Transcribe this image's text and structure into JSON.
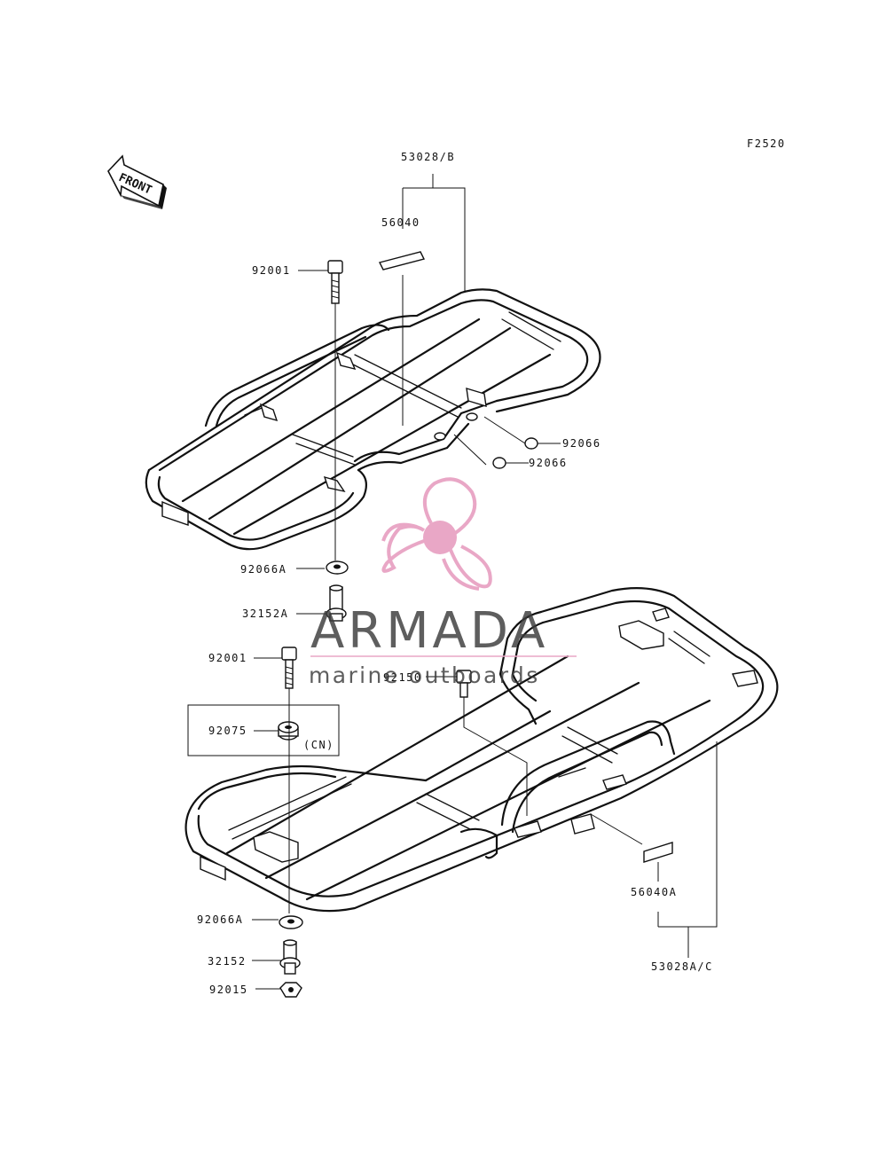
{
  "figure_code": "F2520",
  "front_label": "FRONT",
  "labels": {
    "p53028b": "53028/B",
    "p56040": "56040",
    "p92001_top": "92001",
    "p92066_a": "92066",
    "p92066_b": "92066",
    "p92066a_top": "92066A",
    "p32152a": "32152A",
    "p92001_mid": "92001",
    "p92150": "92150",
    "p92075": "92075",
    "cn_note": "(CN)",
    "p56040a": "56040A",
    "p92066a_bot": "92066A",
    "p53028ac": "53028A/C",
    "p32152": "32152",
    "p92015": "92015"
  },
  "watermark": {
    "brand": "ARMADA",
    "tagline": "marine outboards",
    "logo_color": "#e9a7c6",
    "text_color": "#3a3a3a"
  }
}
